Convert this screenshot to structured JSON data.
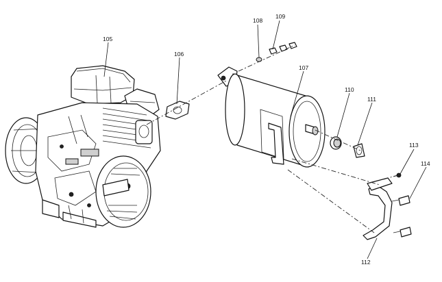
{
  "callouts": {
    "c105": "105",
    "c106": "106",
    "c107": "107",
    "c108": "108",
    "c109": "109",
    "c110": "110",
    "c111": "111",
    "c112": "112",
    "c113": "113",
    "c114": "114"
  }
}
